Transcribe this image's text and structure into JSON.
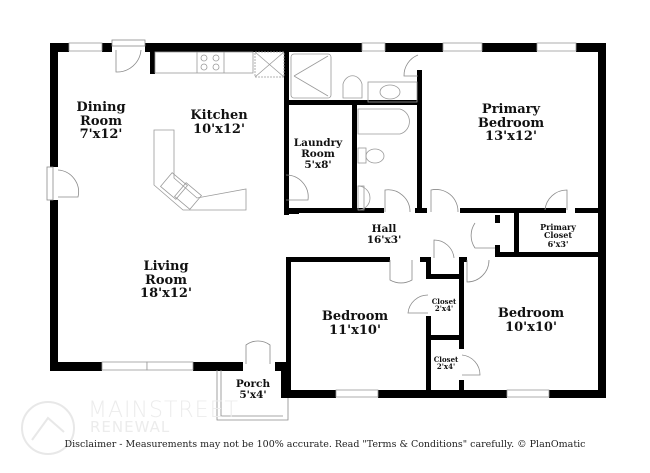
{
  "plan": {
    "rooms": [
      {
        "id": "dining",
        "name": "Dining Room",
        "name_lines": [
          "Dining",
          "Room"
        ],
        "size": "7'x12'"
      },
      {
        "id": "kitchen",
        "name": "Kitchen",
        "name_lines": [
          "Kitchen"
        ],
        "size": "10'x12'"
      },
      {
        "id": "laundry",
        "name": "Laundry Room",
        "name_lines": [
          "Laundry",
          "Room"
        ],
        "size": "5'x8'"
      },
      {
        "id": "primary-bedroom",
        "name": "Primary Bedroom",
        "name_lines": [
          "Primary",
          "Bedroom"
        ],
        "size": "13'x12'"
      },
      {
        "id": "hall",
        "name": "Hall",
        "name_lines": [
          "Hall"
        ],
        "size": "16'x3'"
      },
      {
        "id": "primary-closet",
        "name": "Primary Closet",
        "name_lines": [
          "Primary",
          "Closet"
        ],
        "size": "6'x3'"
      },
      {
        "id": "living",
        "name": "Living Room",
        "name_lines": [
          "Living",
          "Room"
        ],
        "size": "18'x12'"
      },
      {
        "id": "bedroom-1",
        "name": "Bedroom",
        "name_lines": [
          "Bedroom"
        ],
        "size": "11'x10'"
      },
      {
        "id": "closet-1",
        "name": "Closet",
        "name_lines": [
          "Closet"
        ],
        "size": "2'x4'"
      },
      {
        "id": "closet-2",
        "name": "Closet",
        "name_lines": [
          "Closet"
        ],
        "size": "2'x4'"
      },
      {
        "id": "bedroom-2",
        "name": "Bedroom",
        "name_lines": [
          "Bedroom"
        ],
        "size": "10'x10'"
      },
      {
        "id": "porch",
        "name": "Porch",
        "name_lines": [
          "Porch"
        ],
        "size": "5'x4'"
      }
    ]
  },
  "watermark": {
    "line1": "MAINSTREET",
    "line2": "RENEWAL"
  },
  "footer": {
    "disclaimer": "Disclaimer - Measurements may not be 100% accurate. Read \"Terms & Conditions\" carefully. © PlanOmatic"
  },
  "colors": {
    "wall": "#000000",
    "fixture": "#9a9a9a",
    "background": "#ffffff",
    "watermark": "#ececec"
  }
}
